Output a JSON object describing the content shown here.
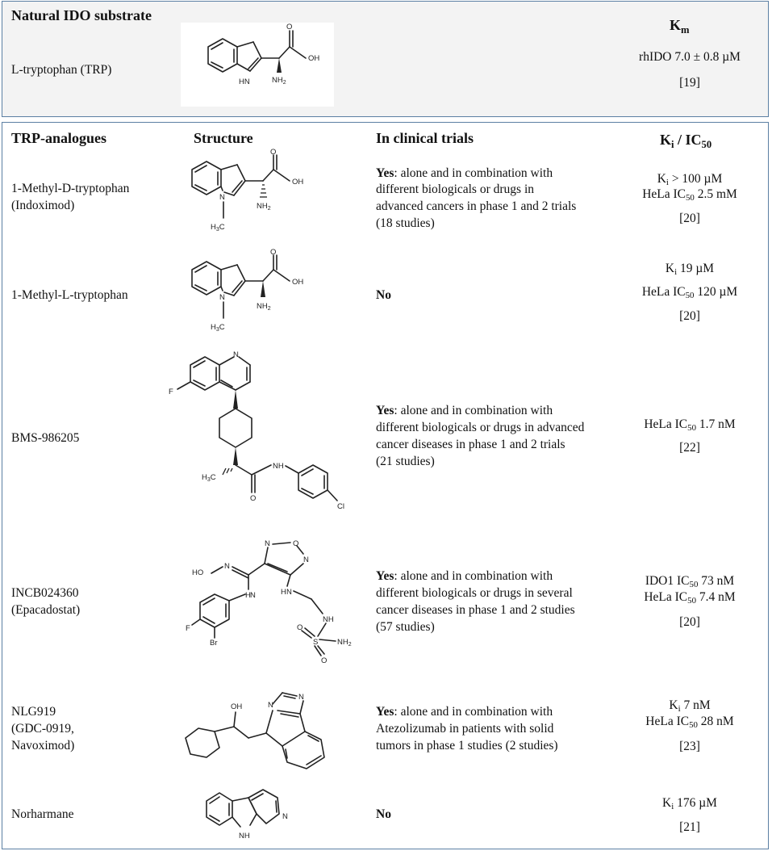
{
  "natural": {
    "heading": "Natural IDO substrate",
    "name": "L-tryptophan (TRP)",
    "km_label": "K",
    "km_sub": "m",
    "km_value": "rhIDO 7.0 ± 0.8 µM",
    "km_ref": "[19]"
  },
  "headers": {
    "col1": "TRP-analogues",
    "col2": "Structure",
    "col3": "In clinical trials",
    "col4_main": "K",
    "col4_sub": "i",
    "col4_rest": " / IC",
    "col4_sub2": "50"
  },
  "atoms": {
    "oh": "OH",
    "o": "O",
    "nh2": "NH",
    "nh2_sub": "2",
    "hn": "HN",
    "n": "N",
    "ch3": "H",
    "ch3_sub": "3",
    "ch3_c": "C",
    "f": "F",
    "cl": "Cl",
    "nh": "NH",
    "h3c": "H",
    "h3c_sub": "3",
    "h3c_c": "C",
    "ho": "HO",
    "br": "Br",
    "s": "S",
    "h": "H"
  },
  "rows": [
    {
      "name1": "1-Methyl-D-tryptophan",
      "name2": "(Indoximod)",
      "trial_yes": "Yes",
      "trial_text1": ": alone and in combination with",
      "trial_text2": "different biologicals or drugs  in",
      "trial_text3": "advanced cancers in phase 1 and 2 trials",
      "trial_text4": "(18 studies)",
      "ki_a1": "K",
      "ki_a_sub": "i",
      "ki_a2": " > 100 µM",
      "ki_b1": "HeLa IC",
      "ki_b_sub": "50",
      "ki_b2": " 2.5 mM",
      "ref": "[20]"
    },
    {
      "name1": "1-Methyl-L-tryptophan",
      "trial_no": "No",
      "ki_a1": "K",
      "ki_a_sub": "i",
      "ki_a2": " 19 µM",
      "ki_b1": "HeLa IC",
      "ki_b_sub": "50",
      "ki_b2": " 120 µM",
      "ref": "[20]"
    },
    {
      "name1": "BMS-986205",
      "trial_yes": "Yes",
      "trial_text1": ": alone and in combination with",
      "trial_text2": "different biologicals or drugs in advanced",
      "trial_text3": "cancer diseases in phase 1 and 2 trials",
      "trial_text4": "(21 studies)",
      "ki_b1": "HeLa IC",
      "ki_b_sub": "50",
      "ki_b2": " 1.7 nM",
      "ref": "[22]"
    },
    {
      "name1": "INCB024360",
      "name2": "(Epacadostat)",
      "trial_yes": "Yes",
      "trial_text1": ": alone and in combination with",
      "trial_text2": "different biologicals or drugs in several",
      "trial_text3": "cancer diseases in phase 1 and 2 studies",
      "trial_text4": "(57 studies)",
      "ki_a1": "IDO1 IC",
      "ki_a_sub": "50",
      "ki_a2": " 73 nM",
      "ki_b1": "HeLa IC",
      "ki_b_sub": "50",
      "ki_b2": " 7.4 nM",
      "ref": "[20]"
    },
    {
      "name1": "NLG919",
      "name2": "(GDC-0919,",
      "name3": "Navoximod)",
      "trial_yes": "Yes",
      "trial_text1": ": alone and in combination with",
      "trial_text2": "Atezolizumab in patients with solid",
      "trial_text3": "tumors in phase 1 studies (2 studies)",
      "ki_a1": "K",
      "ki_a_sub": "i",
      "ki_a2": " 7 nM",
      "ki_b1": "HeLa IC",
      "ki_b_sub": "50",
      "ki_b2": " 28 nM",
      "ref": "[23]"
    },
    {
      "name1": "Norharmane",
      "trial_no": "No",
      "ki_a1": "K",
      "ki_a_sub": "i",
      "ki_a2": " 176 µM",
      "ref": "[21]"
    }
  ]
}
